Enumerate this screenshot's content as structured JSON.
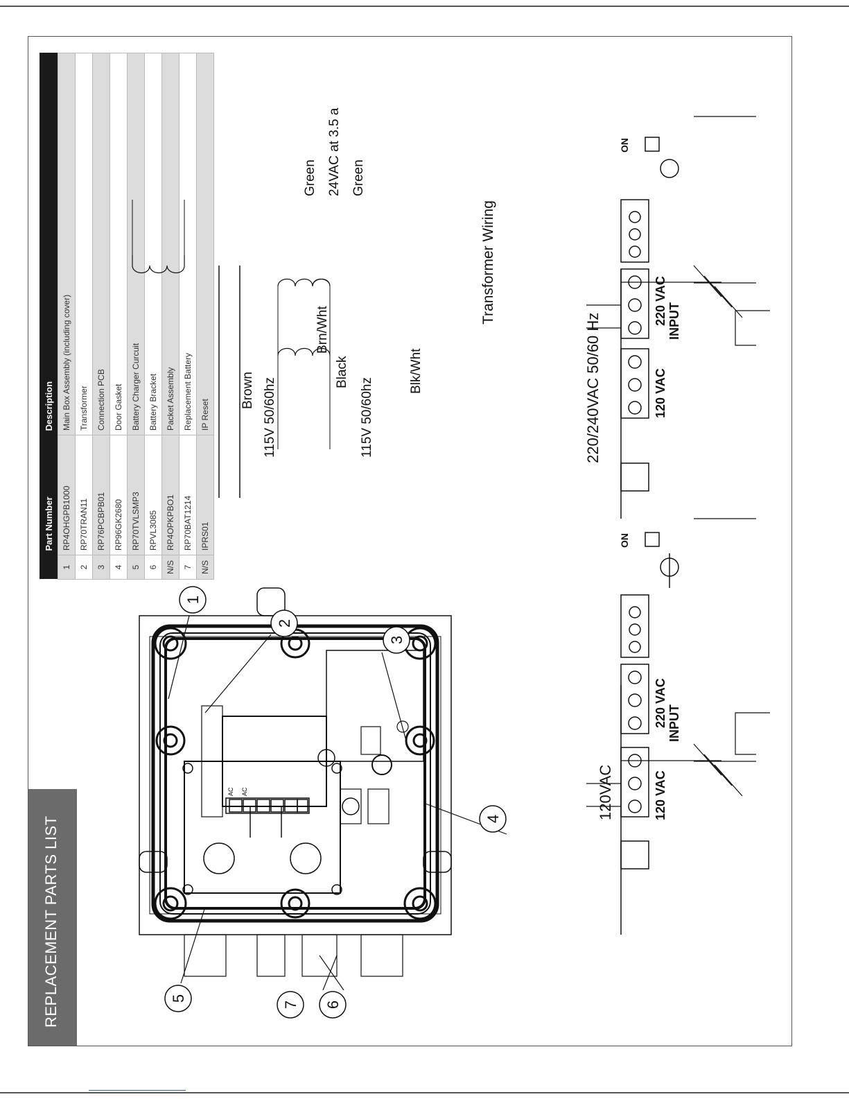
{
  "page": {
    "title": "REPLACEMENT PARTS LIST"
  },
  "parts_table": {
    "headers": [
      "",
      "Part Number",
      "Description"
    ],
    "rows": [
      {
        "num": "1",
        "part": "RP4OHGPB1000",
        "desc": "Main Box Assembly (including cover)"
      },
      {
        "num": "2",
        "part": "RP70TRAN11",
        "desc": "Transformer"
      },
      {
        "num": "3",
        "part": "RP76PCBPB01",
        "desc": "Connection PCB"
      },
      {
        "num": "4",
        "part": "RP96GK2680",
        "desc": "Door Gasket"
      },
      {
        "num": "5",
        "part": "RP70TVLSMP3",
        "desc": "Battery Charger Curcuit"
      },
      {
        "num": "6",
        "part": "RPVL3085",
        "desc": "Battery Bracket"
      },
      {
        "num": "N/S",
        "part": "RP4OPKPBO1",
        "desc": "Packet Assembly"
      },
      {
        "num": "7",
        "part": "RP70BAT1214",
        "desc": "Replacement Battery"
      },
      {
        "num": "N/S",
        "part": "IPRS01",
        "desc": "IP Reset"
      }
    ]
  },
  "callouts": [
    "1",
    "2",
    "3",
    "4",
    "5",
    "6",
    "7"
  ],
  "transformer_wiring": {
    "title": "Transformer Wiring",
    "primary_1": {
      "lead_top": "Brown",
      "voltage": "115V 50/60hz",
      "lead_bottom": "Brn/Wht"
    },
    "primary_2": {
      "lead_top": "Black",
      "voltage": "115V 50/60hz",
      "lead_bottom": "Blk/Wht"
    },
    "secondary": {
      "lead_top": "Green",
      "voltage": "24VAC at 3.5 a",
      "lead_bottom": "Green"
    }
  },
  "wiring_120": {
    "heading": "120VAC",
    "label_120": "120 VAC",
    "label_220": "220 VAC",
    "label_input": "INPUT",
    "label_on": "ON"
  },
  "wiring_220": {
    "heading": "220/240VAC 50/60 Hz",
    "label_120": "120 VAC",
    "label_220": "220 VAC",
    "label_input": "INPUT",
    "label_on": "ON"
  },
  "pcb_labels": {
    "ac_1": "AC",
    "ac_2": "AC"
  }
}
